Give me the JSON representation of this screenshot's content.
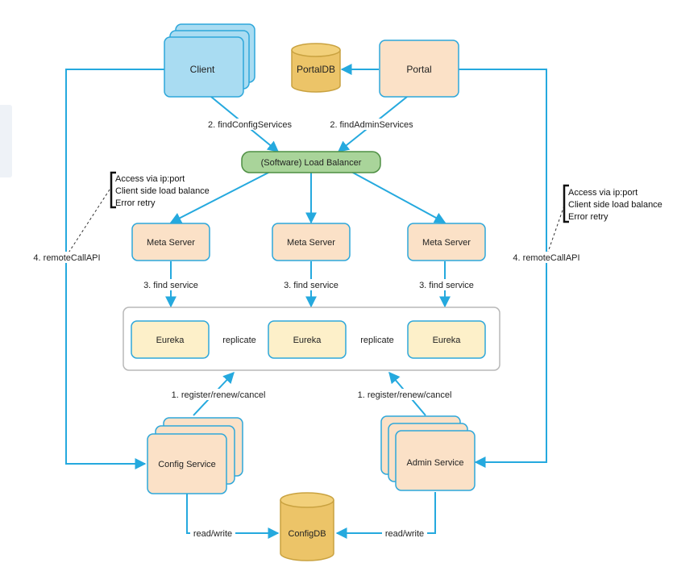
{
  "nodes": {
    "client": "Client",
    "portal_db": "PortalDB",
    "portal": "Portal",
    "load_balancer": "(Software) Load Balancer",
    "meta_server_1": "Meta Server",
    "meta_server_2": "Meta Server",
    "meta_server_3": "Meta Server",
    "eureka_1": "Eureka",
    "eureka_2": "Eureka",
    "eureka_3": "Eureka",
    "config_service": "Config Service",
    "admin_service": "Admin Service",
    "config_db": "ConfigDB"
  },
  "edges": {
    "find_config_services": "2. findConfigServices",
    "find_admin_services": "2. findAdminServices",
    "find_service_1": "3. find service",
    "find_service_2": "3. find service",
    "find_service_3": "3. find service",
    "replicate_1": "replicate",
    "replicate_2": "replicate",
    "register_left": "1. register/renew/cancel",
    "register_right": "1. register/renew/cancel",
    "remote_call_left": "4. remoteCallAPI",
    "remote_call_right": "4. remoteCallAPI",
    "read_write_left": "read/write",
    "read_write_right": "read/write"
  },
  "notes": {
    "left": [
      "Access via ip:port",
      "Client side load balance",
      "Error retry"
    ],
    "right": [
      "Access via ip:port",
      "Client side load balance",
      "Error retry"
    ]
  },
  "colors": {
    "arrow": "#25a9de",
    "client_fill": "#a9dcf2",
    "client_stroke": "#2ea7da",
    "server_fill": "#fbe1c7",
    "server_stroke": "#2ea7da",
    "lb_fill": "#a9d49a",
    "lb_stroke": "#4e8f43",
    "eureka_fill": "#fdf0c9",
    "db_fill": "#ecc468",
    "db_stroke": "#c9a240",
    "group_stroke": "#b8b8b8"
  }
}
